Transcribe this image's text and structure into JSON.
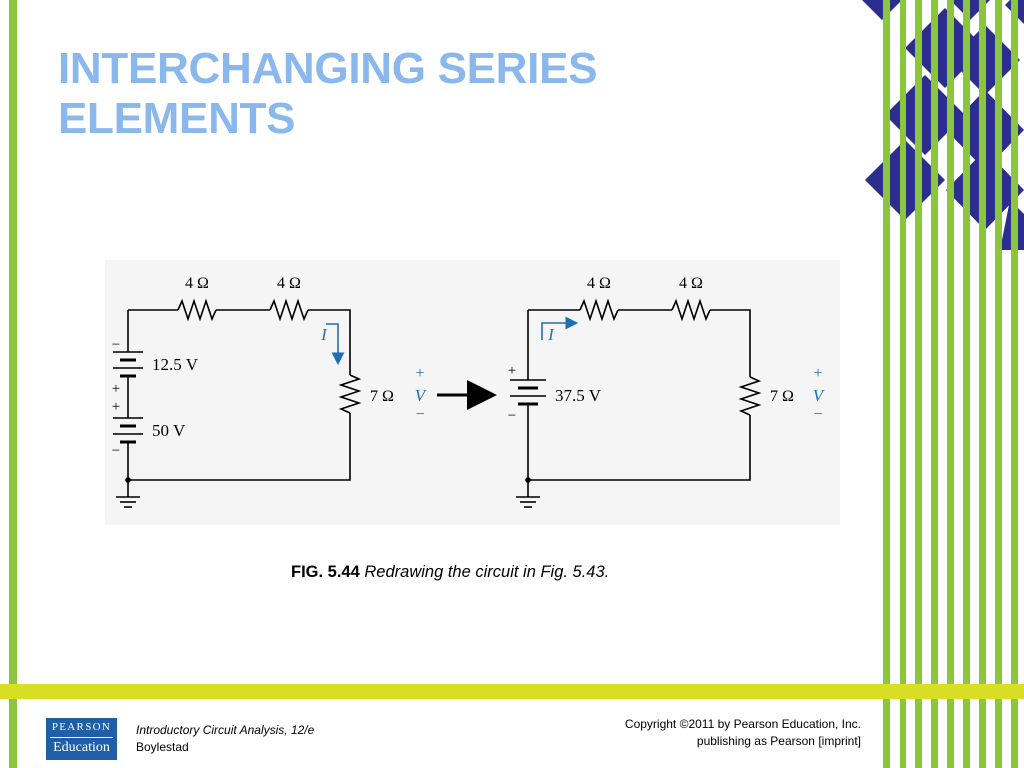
{
  "slide": {
    "title_line1": "INTERCHANGING SERIES",
    "title_line2": "ELEMENTS"
  },
  "figure": {
    "left_circuit": {
      "resistor_top_left": "4 Ω",
      "resistor_top_right": "4 Ω",
      "source_upper_value": "12.5 V",
      "source_lower_value": "50 V",
      "source_upper_top_sign": "−",
      "source_upper_bottom_sign": "+",
      "source_lower_top_sign": "+",
      "source_lower_bottom_sign": "−",
      "current_label": "I",
      "resistor_right": "7 Ω",
      "v_plus": "+",
      "v_label": "V",
      "v_minus": "−"
    },
    "right_circuit": {
      "resistor_top_left": "4 Ω",
      "resistor_top_right": "4 Ω",
      "source_value": "37.5 V",
      "source_top_sign": "+",
      "source_bottom_sign": "−",
      "current_label": "I",
      "resistor_right": "7 Ω",
      "v_plus": "+",
      "v_label": "V",
      "v_minus": "−"
    }
  },
  "caption": {
    "fig_number": "FIG. 5.44",
    "text": "Redrawing the circuit in Fig. 5.43."
  },
  "footer": {
    "logo_line1": "PEARSON",
    "logo_line2": "Education",
    "book_title": "Introductory Circuit Analysis, 12/e",
    "author": "Boylestad",
    "copyright_line1": "Copyright ©2011 by Pearson Education, Inc.",
    "copyright_line2": "publishing as Pearson [imprint]"
  },
  "colors": {
    "title": "#8ab8ec",
    "stripe_green": "#8cc63f",
    "band_yellow": "#d7df23",
    "diamond_navy": "#2b2e8c",
    "arrow_blue": "#1f6fb5",
    "logo_blue": "#1f5fa6"
  }
}
